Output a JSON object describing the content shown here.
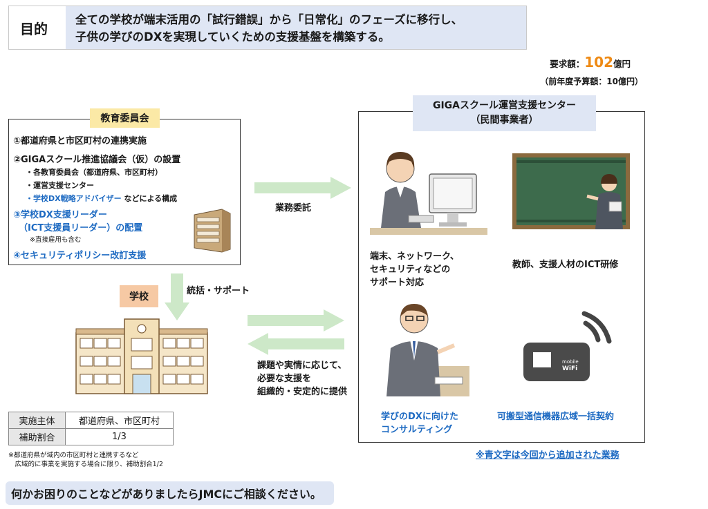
{
  "purpose": {
    "label": "目的",
    "text_line1": "全ての学校が端末活用の「試行錯誤」から「日常化」のフェーズに移行し、",
    "text_line2": "子供の学びのDXを実現していくための支援基盤を構築する。"
  },
  "budget": {
    "label": "要求額：",
    "amount": "102",
    "unit": "億円",
    "prev": "（前年度予算額：10億円）"
  },
  "board": {
    "title": "教育委員会",
    "item1": "①都道府県と市区町村の連携実施",
    "item2": "②GIGAスクール推進協議会（仮）の設置",
    "item2_sub1": "・各教育委員会（都道府県、市区町村）",
    "item2_sub2": "・運営支援センター",
    "item2_sub3_blue": "・学校DX戦略アドバイザー",
    "item2_sub3_rest": " などによる構成",
    "item3_line1": "③学校DX支援リーダー",
    "item3_line2": "（ICT支援員リーダー）の配置",
    "item3_note": "※直接雇用も含む",
    "item4": "④セキュリティポリシー改訂支援"
  },
  "arrows": {
    "commission": "業務委託",
    "oversee": "統括・サポート",
    "provide": "課題や実情に応じて、\n必要な支援を\n組織的・安定的に提供"
  },
  "school": {
    "label": "学校"
  },
  "table": {
    "rows": [
      {
        "header": "実施主体",
        "value": "都道府県、市区町村"
      },
      {
        "header": "補助割合",
        "value": "1/3"
      }
    ]
  },
  "note": "※都道府県が域内の市区町村と連携するなど\n　広域的に事業を実施する場合に限り、補助割合1/2",
  "center": {
    "title_line1": "GIGAスクール運営支援センター",
    "title_line2": "（民間事業者）",
    "cap1": "端末、ネットワーク、\nセキュリティなどの\nサポート対応",
    "cap2": "教師、支援人材のICT研修",
    "cap3": "学びのDXに向けた\nコンサルティング",
    "cap4": "可搬型通信機器広域一括契約",
    "wifi_text1": "mobile",
    "wifi_text2": "WiFi"
  },
  "added_note": "※青文字は今回から追加された業務",
  "footer": "何かお困りのことなどがありましたらJMCにご相談ください。",
  "colors": {
    "accent_blue": "#1d6ac2",
    "budget_orange": "#ee8a15",
    "arrow_green": "#cde8c8",
    "header_blue": "#dfe6f4"
  }
}
